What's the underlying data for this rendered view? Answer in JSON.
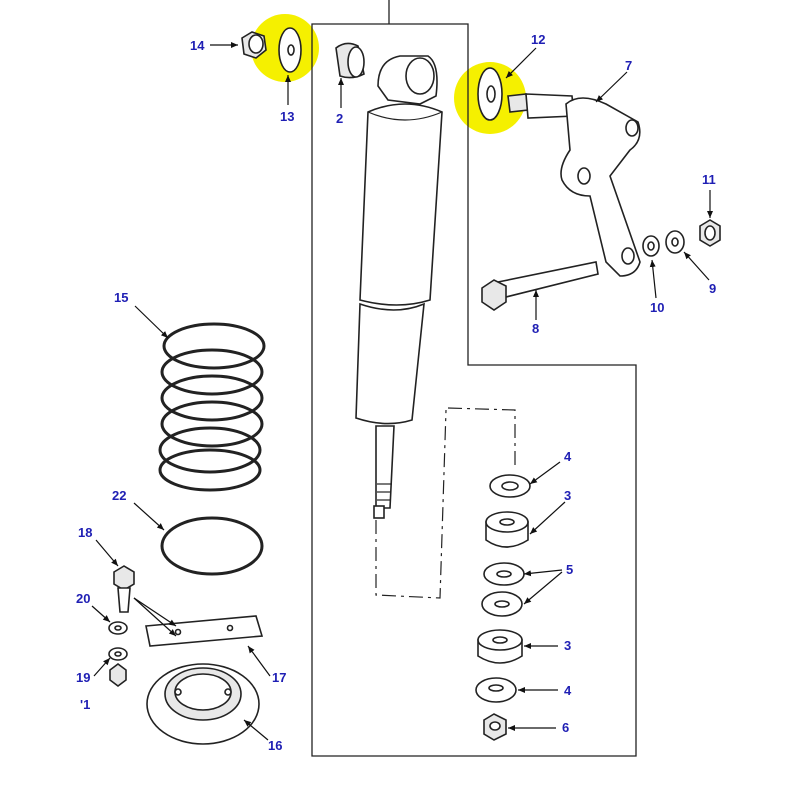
{
  "colors": {
    "highlight": "#f5f000",
    "callout_text": "#1f1fb4",
    "line": "#222222",
    "background": "#ffffff"
  },
  "callouts": {
    "c2": "2",
    "c3a": "3",
    "c3b": "3",
    "c4a": "4",
    "c4b": "4",
    "c5": "5",
    "c6": "6",
    "c7": "7",
    "c8": "8",
    "c9": "9",
    "c10": "10",
    "c11": "11",
    "c12": "12",
    "c13": "13",
    "c14": "14",
    "c15": "15",
    "c16": "16",
    "c17": "17",
    "c18": "18",
    "c19": "19",
    "c20": "20",
    "c21": "'1",
    "c22": "22"
  },
  "highlighted_parts": [
    "13",
    "12"
  ]
}
